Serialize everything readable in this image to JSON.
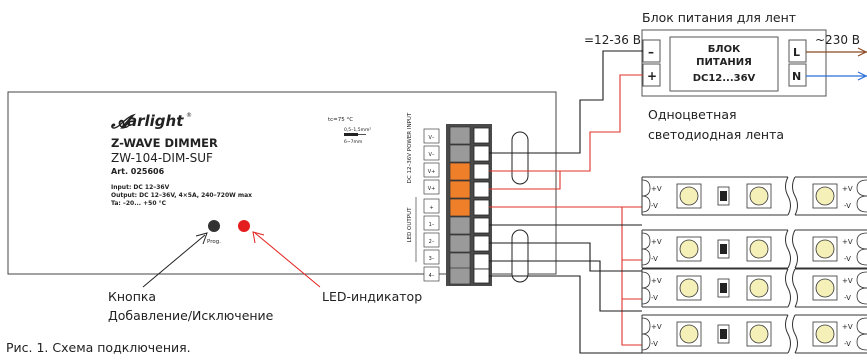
{
  "psu": {
    "caption": "Блок питания для лент",
    "line1": "БЛОК",
    "line2": "ПИТАНИЯ",
    "line3": "DC12...36V",
    "dc_voltage": "=12-36 В",
    "ac_voltage": "~230 В",
    "pin_minus": "–",
    "pin_plus": "+",
    "pin_l": "L",
    "pin_n": "N"
  },
  "dimmer": {
    "brand": "arlight",
    "brand_mark": "®",
    "title": "Z-WAVE DIMMER",
    "model": "ZW-104-DIM-SUF",
    "article": "Art. 025606",
    "spec_input": "Input: DC 12–36V",
    "spec_output": "Output: DC 12–36V, 4×5A, 240–720W max",
    "spec_temp": "Ta: –20... +50 °C",
    "tc": "tc=75 °C",
    "wire_section": "0,5–1,5mm²",
    "strip_len": "6~7mm",
    "prog_label": "Prog.",
    "power_input_label": "DC 12–36V POWER INPUT",
    "led_output_label": "LED OUTPUT",
    "terminal_labels": [
      "V–",
      "V–",
      "V+",
      "V+",
      "+",
      "1–",
      "2–",
      "3–",
      "4–"
    ]
  },
  "labels": {
    "button_title": "Кнопка",
    "button_sub": "Добавление/Исключение",
    "led_indicator": "LED-индикатор",
    "strip_title_1": "Одноцветная",
    "strip_title_2": "светодиодная лента",
    "caption": "Рис. 1. Схема подключения."
  },
  "strips": [
    {
      "plus": "+V",
      "minus": "-V"
    },
    {
      "plus": "+V",
      "minus": "-V"
    },
    {
      "plus": "+V",
      "minus": "-V"
    },
    {
      "plus": "+V",
      "minus": "-V"
    }
  ],
  "colors": {
    "red_wire": "#e0322a",
    "black_wire": "#1a1a1a",
    "orange_terminal": "#f07f2a",
    "gray_terminal": "#9a9a9a",
    "led_yellow": "#f4f0b8",
    "indicator_red": "#e41e1e",
    "ac_brown": "#8b4a22",
    "ac_blue": "#2a6fd6"
  }
}
